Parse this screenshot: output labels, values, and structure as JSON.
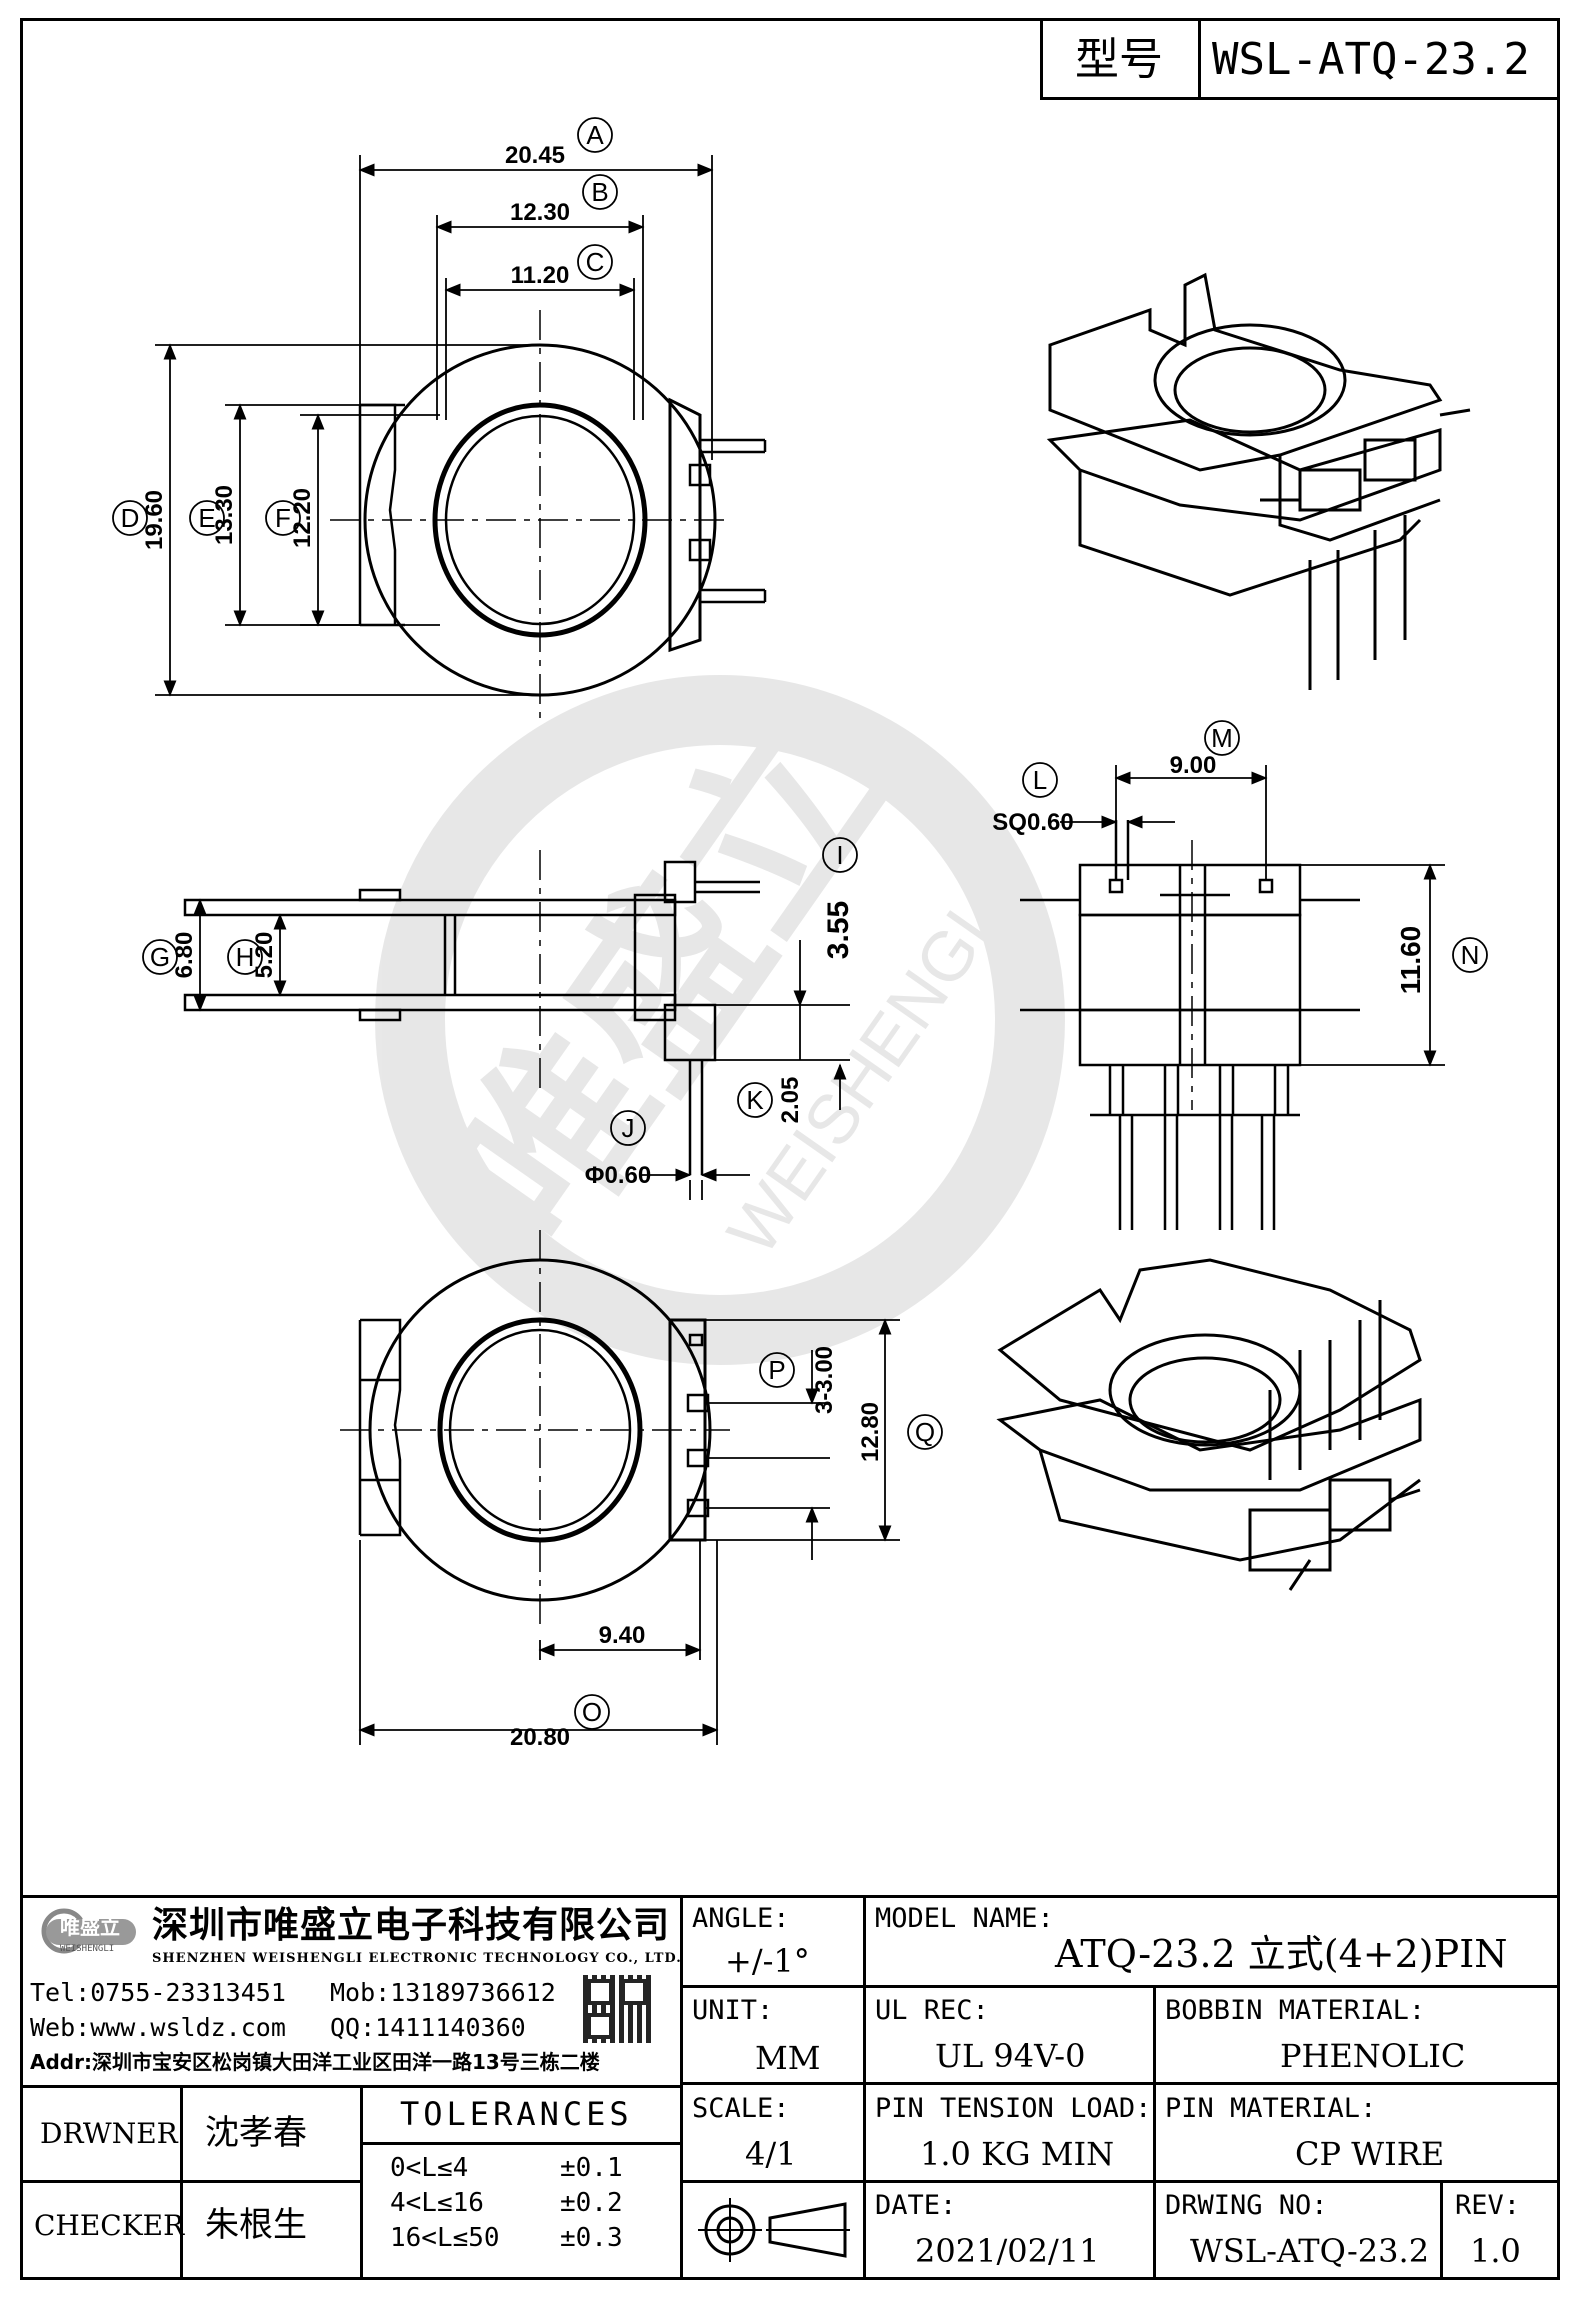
{
  "header": {
    "model_label": "型号",
    "model_value": "WSL-ATQ-23.2"
  },
  "dimensions": {
    "A": {
      "letter": "A",
      "value": "20.45"
    },
    "B": {
      "letter": "B",
      "value": "12.30"
    },
    "C": {
      "letter": "C",
      "value": "11.20"
    },
    "D": {
      "letter": "D",
      "value": "19.60"
    },
    "E": {
      "letter": "E",
      "value": "13.30"
    },
    "F": {
      "letter": "F",
      "value": "12.20"
    },
    "G": {
      "letter": "G",
      "value": "6.80"
    },
    "H": {
      "letter": "H",
      "value": "5.20"
    },
    "I": {
      "letter": "I",
      "value": "3.55"
    },
    "J": {
      "letter": "J",
      "value": "Φ0.60"
    },
    "K": {
      "letter": "K",
      "value": "2.05"
    },
    "L": {
      "letter": "L",
      "value": "SQ0.60"
    },
    "M": {
      "letter": "M",
      "value": "9.00"
    },
    "N": {
      "letter": "N",
      "value": "11.60"
    },
    "P": {
      "letter": "P",
      "value": "3-3.00"
    },
    "Q": {
      "letter": "Q",
      "value": "12.80"
    },
    "O": {
      "letter": "O",
      "value": "20.80"
    },
    "X": {
      "value": "9.40"
    }
  },
  "watermark": {
    "cn": "唯盛立",
    "en": "WEISHENGLI"
  },
  "company": {
    "logo_text": "唯盛立",
    "logo_sub": "WEISHENGLI",
    "name_cn": "深圳市唯盛立电子科技有限公司",
    "name_en": "SHENZHEN WEISHENGLI ELECTRONIC TECHNOLOGY CO., LTD.",
    "tel": "Tel:0755-23313451",
    "mob": "Mob:13189736612",
    "web": "Web:www.wsldz.com",
    "qq": "QQ:1411140360",
    "addr": "Addr:深圳市宝安区松岗镇大田洋工业区田洋一路13号三栋二楼"
  },
  "title_block": {
    "angle_label": "ANGLE:",
    "angle_value": "+/-1°",
    "model_name_label": "MODEL NAME:",
    "model_name_value": "ATQ-23.2 立式(4+2)PIN",
    "unit_label": "UNIT:",
    "unit_value": "MM",
    "ul_label": "UL REC:",
    "ul_value": "UL 94V-0",
    "bobbin_label": "BOBBIN MATERIAL:",
    "bobbin_value": "PHENOLIC",
    "scale_label": "SCALE:",
    "scale_value": "4/1",
    "pin_tension_label": "PIN TENSION LOAD:",
    "pin_tension_value": "1.0 KG MIN",
    "pin_material_label": "PIN MATERIAL:",
    "pin_material_value": "CP WIRE",
    "date_label": "DATE:",
    "date_value": "2021/02/11",
    "drawing_no_label": "DRWING NO:",
    "drawing_no_value": "WSL-ATQ-23.2",
    "rev_label": "REV:",
    "rev_value": "1.0",
    "drawer_label": "DRWNER",
    "drawer_value": "沈孝春",
    "checker_label": "CHECKER",
    "checker_value": "朱根生",
    "tolerances_label": "TOLERANCES",
    "tolerance_rows": [
      {
        "range": "0<L≤4",
        "tol": "±0.1"
      },
      {
        "range": "4<L≤16",
        "tol": "±0.2"
      },
      {
        "range": "16<L≤50",
        "tol": "±0.3"
      }
    ]
  }
}
